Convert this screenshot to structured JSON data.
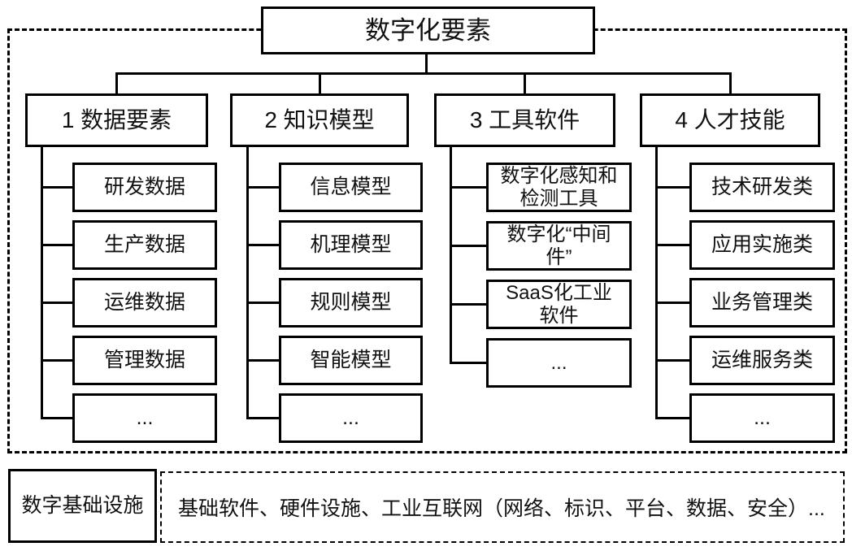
{
  "root": {
    "title": "数字化要素"
  },
  "columns": [
    {
      "header": "1 数据要素",
      "children": [
        "研发数据",
        "生产数据",
        "运维数据",
        "管理数据",
        "..."
      ]
    },
    {
      "header": "2 知识模型",
      "children": [
        "信息模型",
        "机理模型",
        "规则模型",
        "智能模型",
        "..."
      ]
    },
    {
      "header": "3 工具软件",
      "children": [
        "数字化感知和\n检测工具",
        "数字化“中间\n件”",
        "SaaS化工业\n软件",
        "..."
      ]
    },
    {
      "header": "4 人才技能",
      "children": [
        "技术研发类",
        "应用实施类",
        "业务管理类",
        "运维服务类",
        "..."
      ]
    }
  ],
  "infrastructure": {
    "label": "数字基础设施",
    "description": "基础软件、硬件设施、工业互联网（网络、标识、平台、数据、安全）..."
  },
  "colors": {
    "line": "#000000",
    "background": "#ffffff",
    "text": "#111111"
  }
}
